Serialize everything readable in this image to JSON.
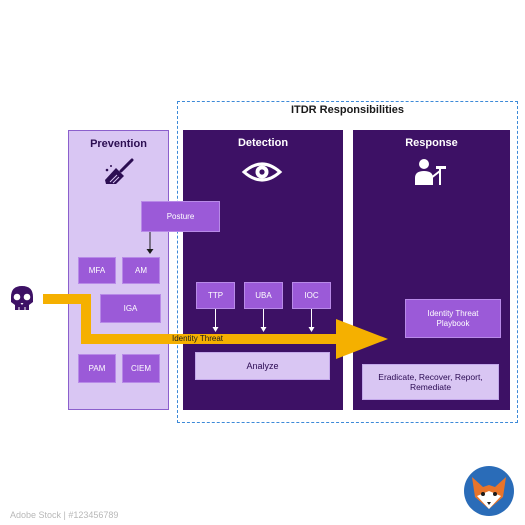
{
  "title": "ITDR Responsibilities",
  "columns": {
    "prevention": "Prevention",
    "detection": "Detection",
    "response": "Response"
  },
  "prevention_boxes": {
    "posture": "Posture",
    "mfa": "MFA",
    "am": "AM",
    "iga": "IGA",
    "pam": "PAM",
    "ciem": "CIEM"
  },
  "detection_boxes": {
    "ttp": "TTP",
    "uba": "UBA",
    "ioc": "IOC",
    "analyze": "Analyze"
  },
  "response_boxes": {
    "playbook": "Identity Threat Playbook",
    "remediate": "Eradicate, Recover, Report, Remediate"
  },
  "flow_label": "Identity Threat",
  "watermark": "Adobe Stock | #123456789",
  "colors": {
    "dark_purple": "#3d1165",
    "mid_purple": "#9b5ad8",
    "light_purple": "#d9c6f3",
    "arrow_orange": "#f5b000",
    "dashed_blue": "#3d8ad8"
  },
  "icons": [
    "skull-icon",
    "broom-icon",
    "eye-icon",
    "responder-icon",
    "fox-logo-icon"
  ]
}
